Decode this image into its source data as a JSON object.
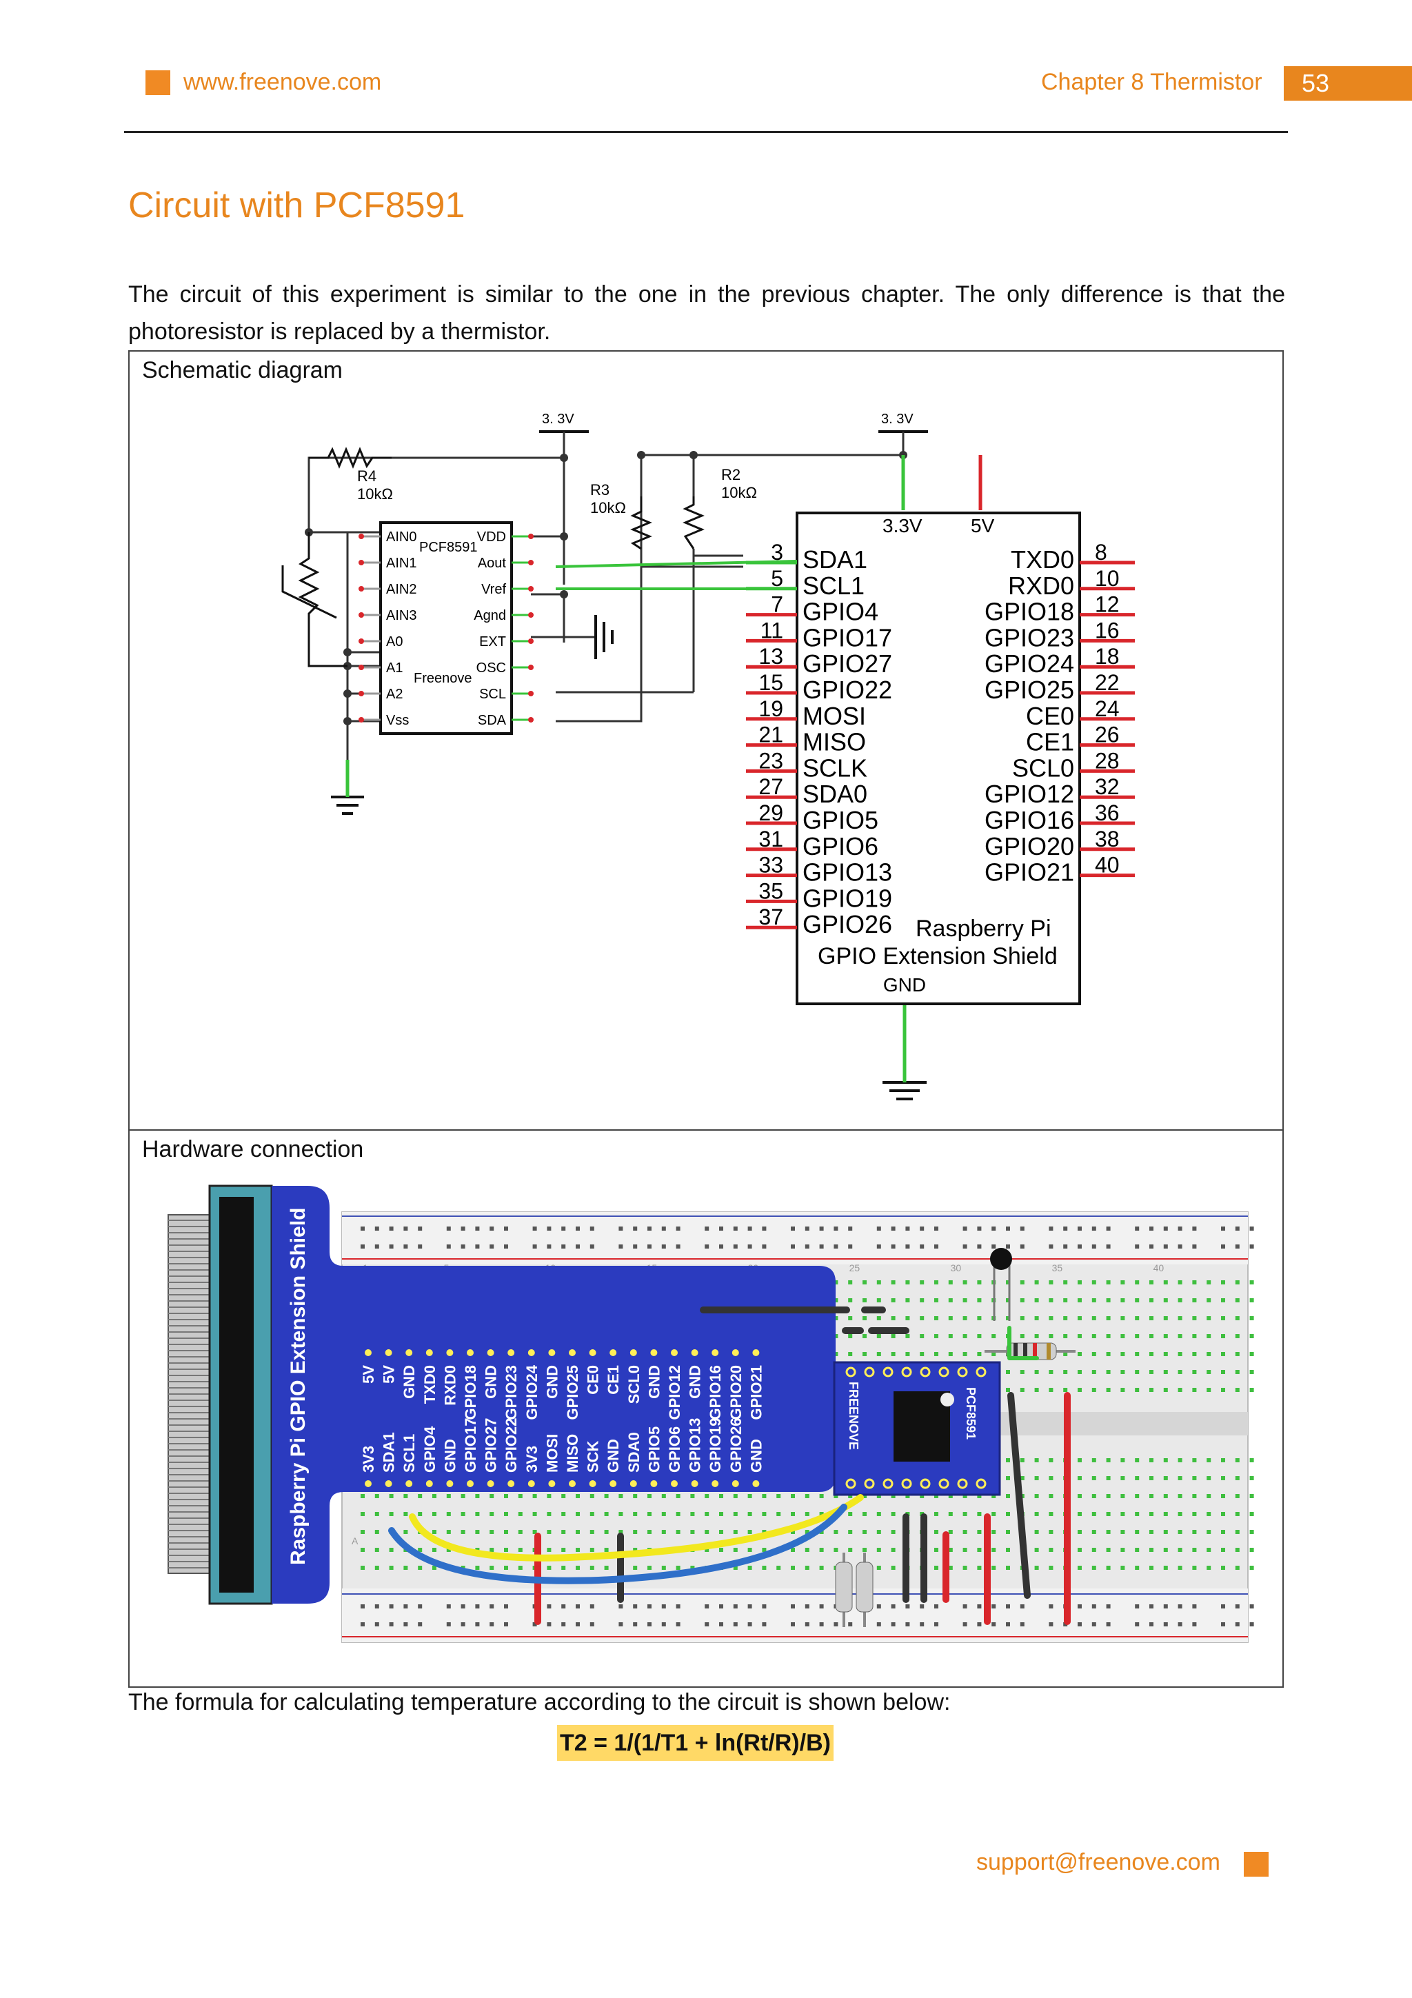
{
  "header": {
    "url": "www.freenove.com",
    "chapter": "Chapter 8 Thermistor",
    "page_number": "53"
  },
  "section_title": "Circuit with PCF8591",
  "intro_text": "The circuit of this experiment is similar to the one in the previous chapter. The only difference is that the photoresistor is replaced by a thermistor.",
  "schematic": {
    "label": "Schematic diagram",
    "supply_label": "3. 3V",
    "r4": {
      "name": "R4",
      "value": "10kΩ"
    },
    "r3": {
      "name": "R3",
      "value": "10kΩ"
    },
    "r2": {
      "name": "R2",
      "value": "10kΩ"
    },
    "ic": {
      "name": "PCF8591",
      "maker": "Freenove",
      "left_pins": [
        "AIN0",
        "AIN1",
        "AIN2",
        "AIN3",
        "A0",
        "A1",
        "A2",
        "Vss"
      ],
      "right_pins": [
        "VDD",
        "Aout",
        "Vref",
        "Agnd",
        "EXT",
        "OSC",
        "SCL",
        "SDA"
      ]
    },
    "shield": {
      "power_pins": [
        "3.3V",
        "5V"
      ],
      "left_nums": [
        "3",
        "5",
        "7",
        "11",
        "13",
        "15",
        "19",
        "21",
        "23",
        "27",
        "29",
        "31",
        "33",
        "35",
        "37"
      ],
      "left_pins": [
        "SDA1",
        "SCL1",
        "GPIO4",
        "GPIO17",
        "GPIO27",
        "GPIO22",
        "MOSI",
        "MISO",
        "SCLK",
        "SDA0",
        "GPIO5",
        "GPIO6",
        "GPIO13",
        "GPIO19",
        "GPIO26"
      ],
      "right_pins": [
        "TXD0",
        "RXD0",
        "GPIO18",
        "GPIO23",
        "GPIO24",
        "GPIO25",
        "CE0",
        "CE1",
        "SCL0",
        "GPIO12",
        "GPIO16",
        "GPIO20",
        "GPIO21"
      ],
      "right_nums": [
        "8",
        "10",
        "12",
        "16",
        "18",
        "22",
        "24",
        "26",
        "28",
        "32",
        "36",
        "38",
        "40"
      ],
      "title_line1": "Raspberry Pi",
      "title_line2": "GPIO Extension Shield",
      "gnd": "GND"
    }
  },
  "hardware": {
    "label": "Hardware connection",
    "shield_label": "Raspberry Pi GPIO Extension Shield",
    "top_pins": [
      "5V",
      "5V",
      "GND",
      "TXD0",
      "RXD0",
      "GPIO18",
      "GND",
      "GPIO23",
      "GPIO24",
      "GND",
      "GPIO25",
      "CE0",
      "CE1",
      "SCL0",
      "GND",
      "GPIO12",
      "GND",
      "GPIO16",
      "GPIO20",
      "GPIO21"
    ],
    "bottom_pins": [
      "3V3",
      "SDA1",
      "SCL1",
      "GPIO4",
      "GND",
      "GPIO17",
      "GPIO27",
      "GPIO22",
      "3V3",
      "MOSI",
      "MISO",
      "SCK",
      "GND",
      "SDA0",
      "GPIO5",
      "GPIO6",
      "GPIO13",
      "GPIO19",
      "GPIO26",
      "GND"
    ],
    "column_numbers": [
      "1",
      "5",
      "10",
      "15",
      "20",
      "25",
      "30",
      "35",
      "40"
    ],
    "row_letters": [
      "J",
      "A"
    ],
    "chip_brand": "FREENOVE",
    "chip_name": "PCF8591"
  },
  "formula_intro": "The formula for calculating temperature according to the circuit is shown below:",
  "formula": "T2 = 1/(1/T1 + ln(Rt/R)/B)",
  "footer": {
    "email": "support@freenove.com"
  },
  "colors": {
    "accent_orange": "#e8861e",
    "wire_green": "#39c43b",
    "wire_red": "#d9262b",
    "shield_blue": "#2b3bbf",
    "formula_highlight": "#ffd966"
  }
}
